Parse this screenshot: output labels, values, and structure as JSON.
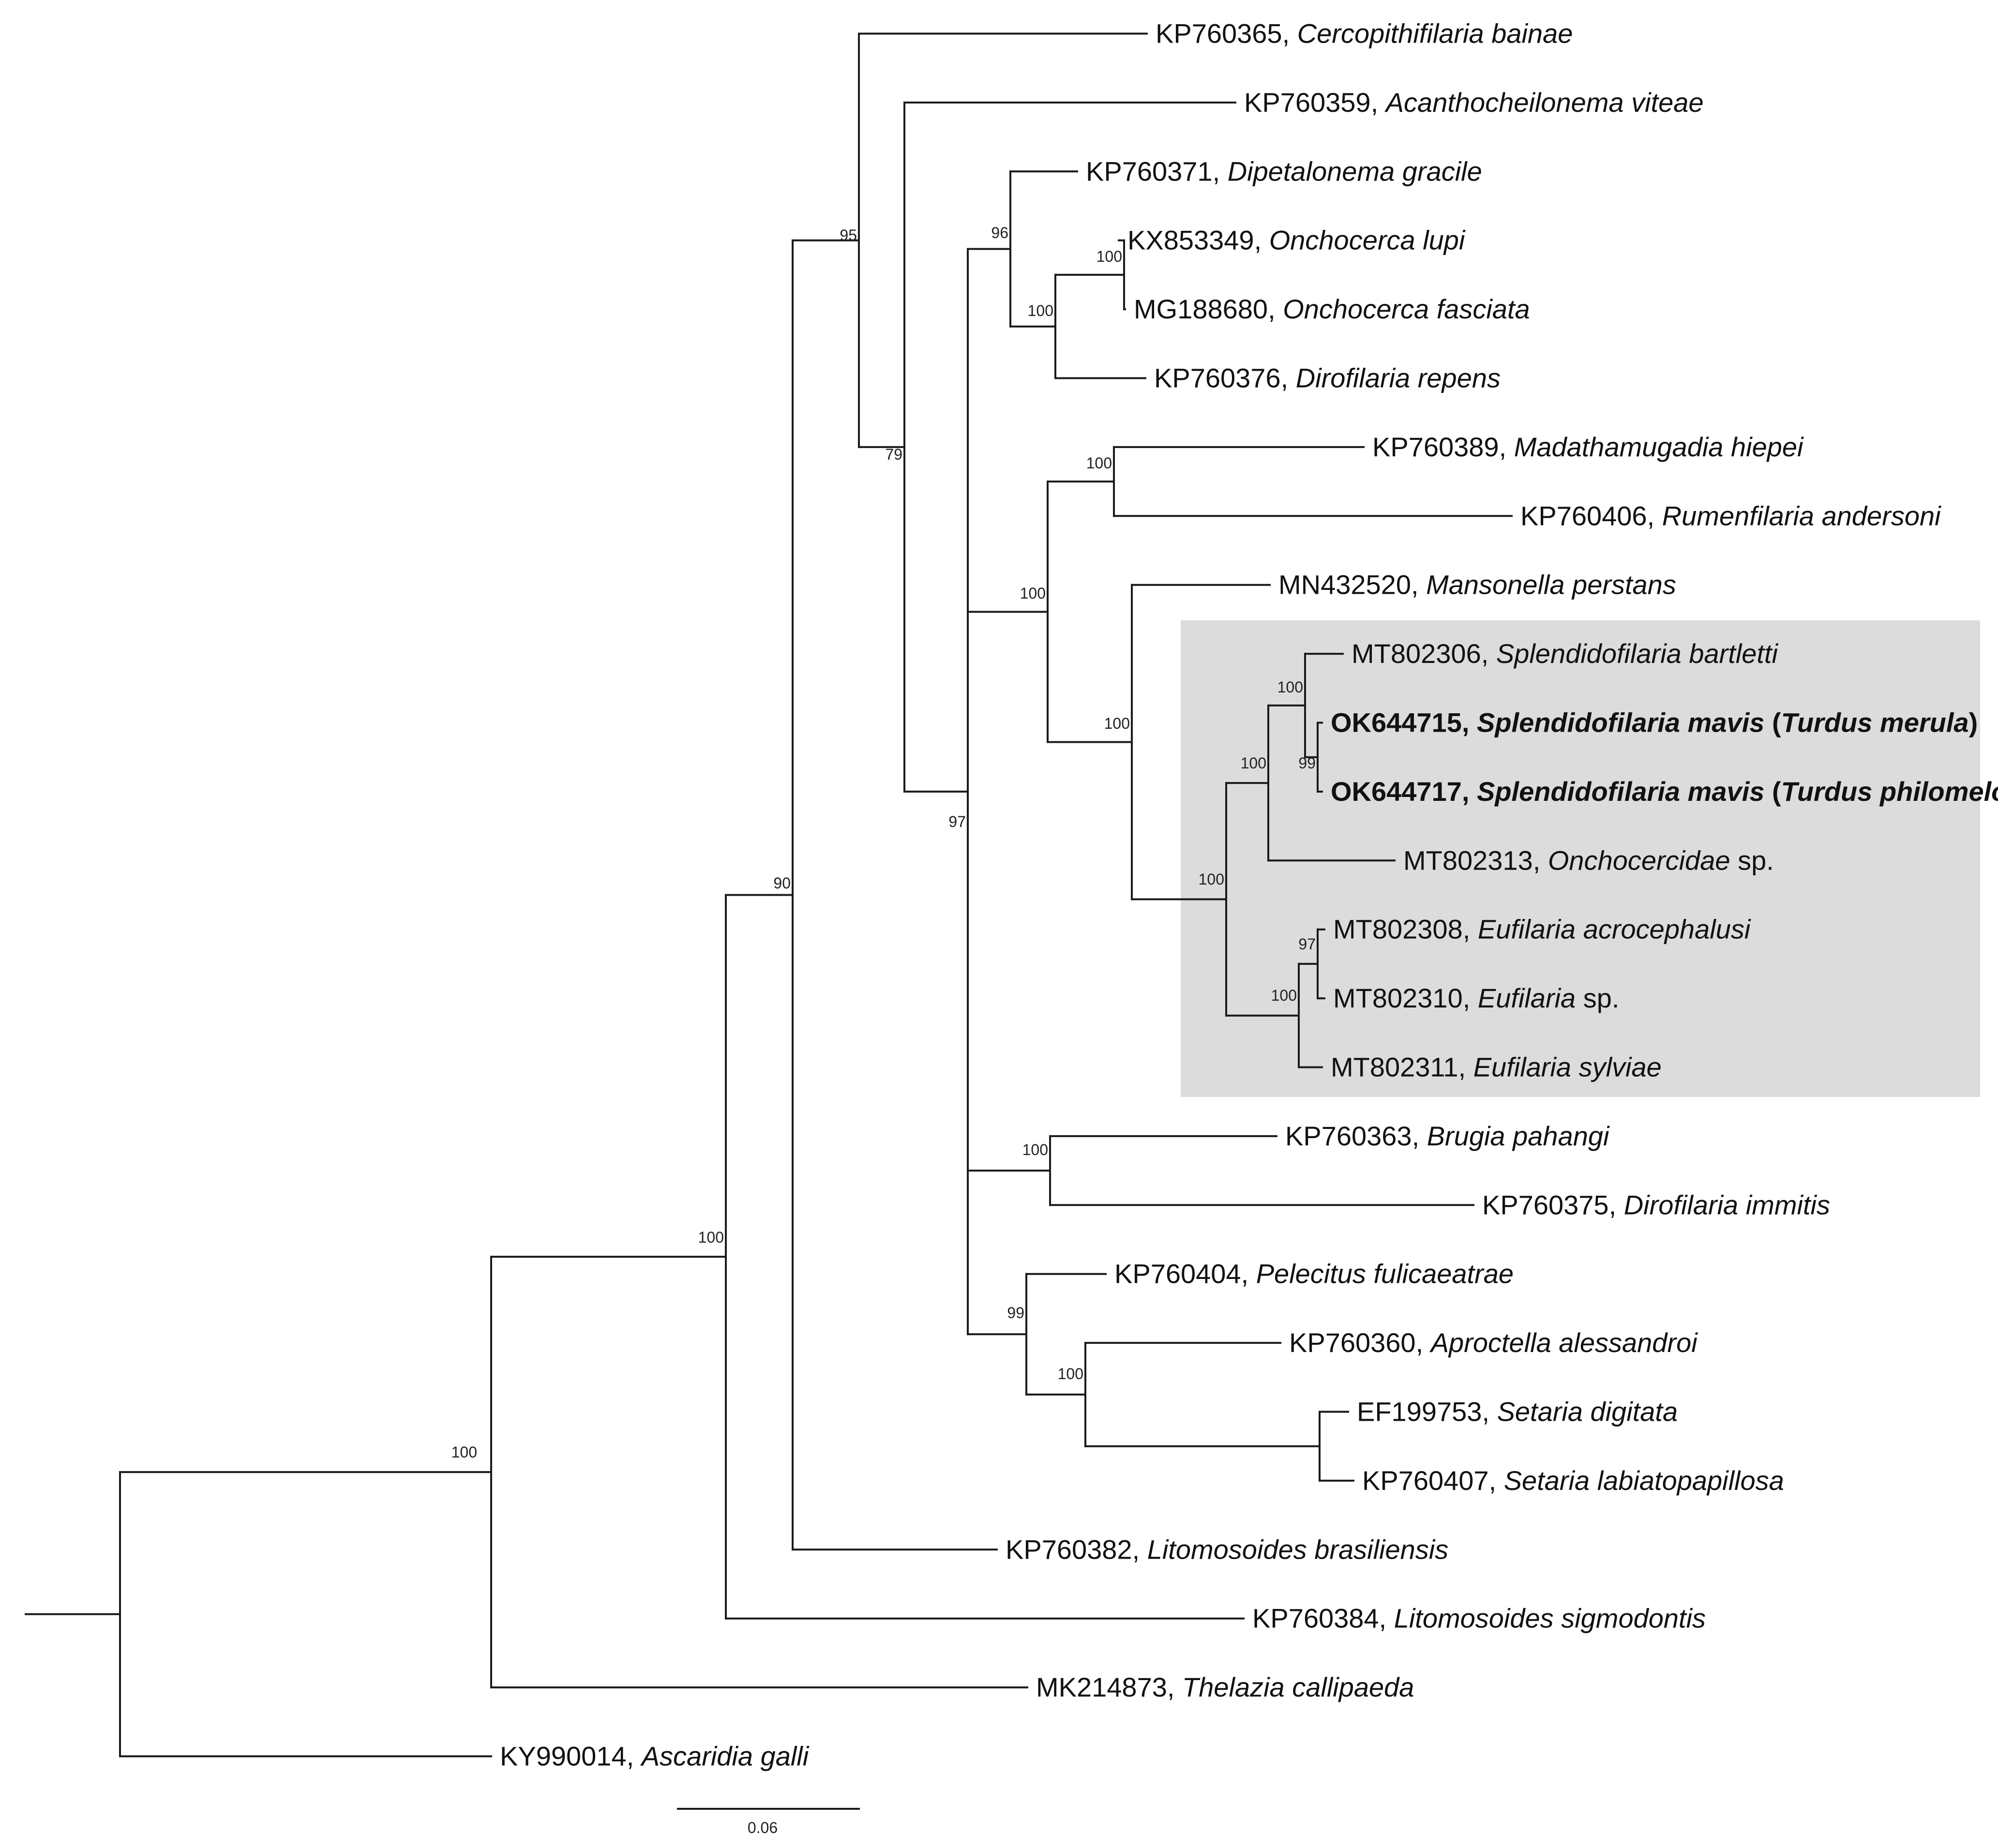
{
  "taxa": [
    {
      "id": "t01",
      "accession": "KP760365",
      "species": "Cercopithifilaria bainae"
    },
    {
      "id": "t02",
      "accession": "KP760359",
      "species": "Acanthocheilonema viteae"
    },
    {
      "id": "t03",
      "accession": "KP760371",
      "species": "Dipetalonema gracile"
    },
    {
      "id": "t04",
      "accession": "KX853349",
      "species": "Onchocerca lupi"
    },
    {
      "id": "t05",
      "accession": "MG188680",
      "species": "Onchocerca fasciata"
    },
    {
      "id": "t06",
      "accession": "KP760376",
      "species": "Dirofilaria repens"
    },
    {
      "id": "t07",
      "accession": "KP760389",
      "species": "Madathamugadia hiepei"
    },
    {
      "id": "t08",
      "accession": "KP760406",
      "species": "Rumenfilaria andersoni"
    },
    {
      "id": "t09",
      "accession": "MN432520",
      "species": "Mansonella perstans"
    },
    {
      "id": "t10",
      "accession": "MT802306",
      "species": "Splendidofilaria bartletti"
    },
    {
      "id": "t11",
      "accession": "OK644715",
      "species": "Splendidofilaria mavis",
      "host": "Turdus merula",
      "bold": true
    },
    {
      "id": "t12",
      "accession": "OK644717",
      "species": "Splendidofilaria mavis",
      "host": "Turdus philomelos",
      "bold": true
    },
    {
      "id": "t13",
      "accession": "MT802313",
      "species": "Onchocercidae",
      "suffix": "sp."
    },
    {
      "id": "t14",
      "accession": "MT802308",
      "species": "Eufilaria acrocephalusi"
    },
    {
      "id": "t15",
      "accession": "MT802310",
      "species": "Eufilaria",
      "suffix": "sp."
    },
    {
      "id": "t16",
      "accession": "MT802311",
      "species": "Eufilaria sylviae"
    },
    {
      "id": "t17",
      "accession": "KP760363",
      "species": "Brugia pahangi"
    },
    {
      "id": "t18",
      "accession": "KP760375",
      "species": "Dirofilaria immitis"
    },
    {
      "id": "t19",
      "accession": "KP760404",
      "species": "Pelecitus fulicaeatrae"
    },
    {
      "id": "t20",
      "accession": "KP760360",
      "species": "Aproctella alessandroi"
    },
    {
      "id": "t21",
      "accession": "EF199753",
      "species": "Setaria digitata"
    },
    {
      "id": "t22",
      "accession": "KP760407",
      "species": "Setaria labiatopapillosa"
    },
    {
      "id": "t23",
      "accession": "KP760382",
      "species": "Litomosoides brasiliensis"
    },
    {
      "id": "t24",
      "accession": "KP760384",
      "species": "Litomosoides sigmodontis"
    },
    {
      "id": "t25",
      "accession": "MK214873",
      "species": "Thelazia callipaeda"
    },
    {
      "id": "t26",
      "accession": "KY990014",
      "species": "Ascaridia galli"
    }
  ],
  "support_values": [
    "100",
    "100",
    "90",
    "95",
    "79",
    "97",
    "96",
    "100",
    "100",
    "100",
    "100",
    "100",
    "100",
    "100",
    "100",
    "99",
    "100",
    "97",
    "100",
    "99",
    "100"
  ],
  "scale_bar": {
    "label": "0.06"
  },
  "colors": {
    "highlight_box": "#dcdcdc",
    "branch": "#1a1a1a"
  }
}
